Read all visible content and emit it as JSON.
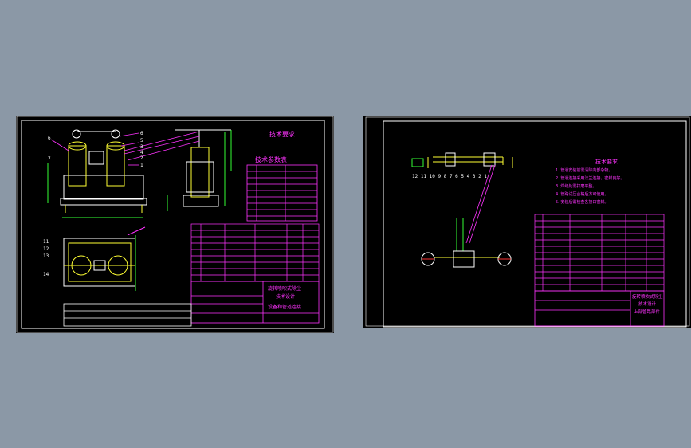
{
  "left_sheet": {
    "title_tech": "技术要求",
    "title_params": "技术参数表",
    "title_block_line1": "旋转喷吹式除尘",
    "title_block_line2": "技术设计",
    "title_block_line3": "设备和管道连接",
    "callouts_top": [
      "6",
      "5",
      "3",
      "4",
      "2",
      "1"
    ],
    "callout_left_top": "6",
    "callout_left_7": "7",
    "callouts_bottom": [
      "11",
      "12",
      "13",
      "14"
    ]
  },
  "right_sheet": {
    "title_tech": "技术要求",
    "title_block_line1": "旋转喷吹式除尘",
    "title_block_line2": "技术设计",
    "title_block_line3": "上部管路部件",
    "callout_row": "12 11   10 9 8  7  6 5  4  3 2 1",
    "tech_notes": [
      "1. 管道安装前需清除内部杂物。",
      "2. 管道连接采用法兰连接，密封良好。",
      "3. 焊缝处需打磨平整。",
      "4. 管路试压合格后方可使用。",
      "5. 安装后需检查各接口密封。"
    ]
  },
  "colors": {
    "background": "#8b98a6",
    "sheet": "#000000",
    "frame": "#ffffff",
    "table": "#ff33ff",
    "drawing_yellow": "#ffff33",
    "drawing_green": "#33ff33",
    "leader": "#ff33ff"
  }
}
